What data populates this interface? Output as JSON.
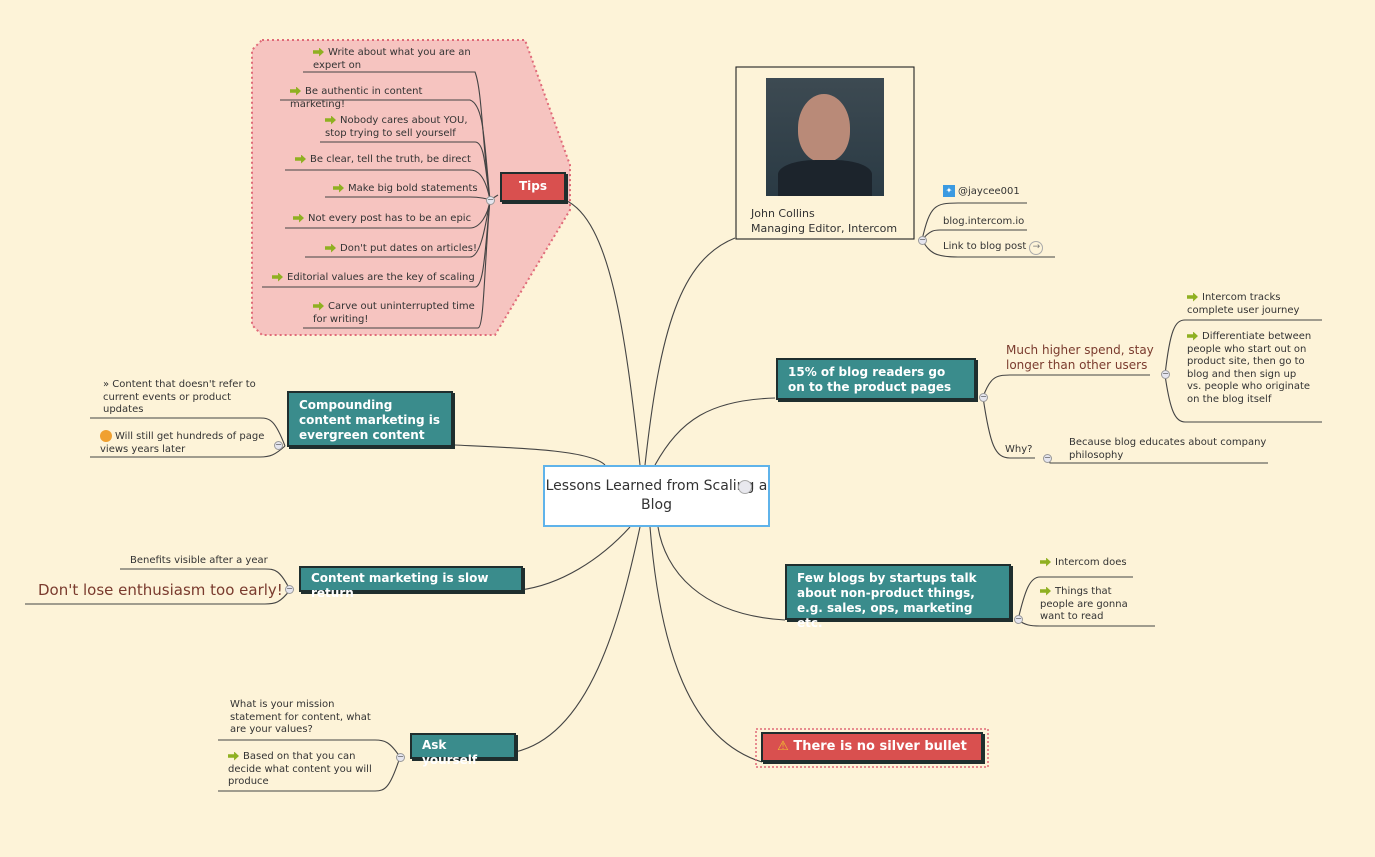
{
  "central": {
    "title": "Lessons Learned from Scaling a Blog"
  },
  "tips": {
    "label": "Tips",
    "items": [
      "Write about what you are an expert on",
      "Be authentic in content marketing!",
      "Nobody cares about YOU, stop trying to sell yourself",
      "Be clear, tell the truth, be direct",
      "Make big bold statements",
      "Not every post has to be an epic",
      "Don't put dates on articles!",
      "Editorial values are the key of scaling",
      "Carve out uninterrupted time for writing!"
    ]
  },
  "profile": {
    "name": "John Collins",
    "role": "Managing Editor, Intercom",
    "links": [
      "@jaycee001",
      "blog.intercom.io",
      "Link to blog post"
    ]
  },
  "compounding": {
    "label": "Compounding content marketing is evergreen content",
    "items": [
      "» Content that doesn't refer to current events or product updates",
      "Will still get hundreds of page views years later"
    ]
  },
  "slow_return": {
    "label": "Content marketing is slow return",
    "items": [
      "Benefits visible after a year",
      "Don't lose enthusiasm too early!"
    ]
  },
  "ask": {
    "label": "Ask yourself",
    "items": [
      "What is your mission statement for content, what are your values?",
      "Based on that you can decide what content you will produce"
    ]
  },
  "readers": {
    "label": "15% of blog readers go on to the product pages",
    "sub1": "Much higher spend, stay longer than other users",
    "sub1_items": [
      "Intercom tracks complete user journey",
      "Differentiate between people who start out on product site, then go to blog and then sign up vs. people who originate on the blog itself"
    ],
    "sub2": "Why?",
    "sub2_items": [
      "Because blog educates about company philosophy"
    ]
  },
  "few_blogs": {
    "label": "Few blogs by startups talk about non-product things, e.g. sales, ops, marketing etc.",
    "items": [
      "Intercom does",
      "Things that people are gonna want to read"
    ]
  },
  "silver": {
    "label": "There is no silver bullet"
  },
  "colors": {
    "background": "#fdf3d8",
    "teal": "#3a8c8c",
    "red": "#d9504f",
    "tips_area": "#f6c4c0",
    "accent_text": "#7a3b2e",
    "central_border": "#5fb3ea"
  }
}
